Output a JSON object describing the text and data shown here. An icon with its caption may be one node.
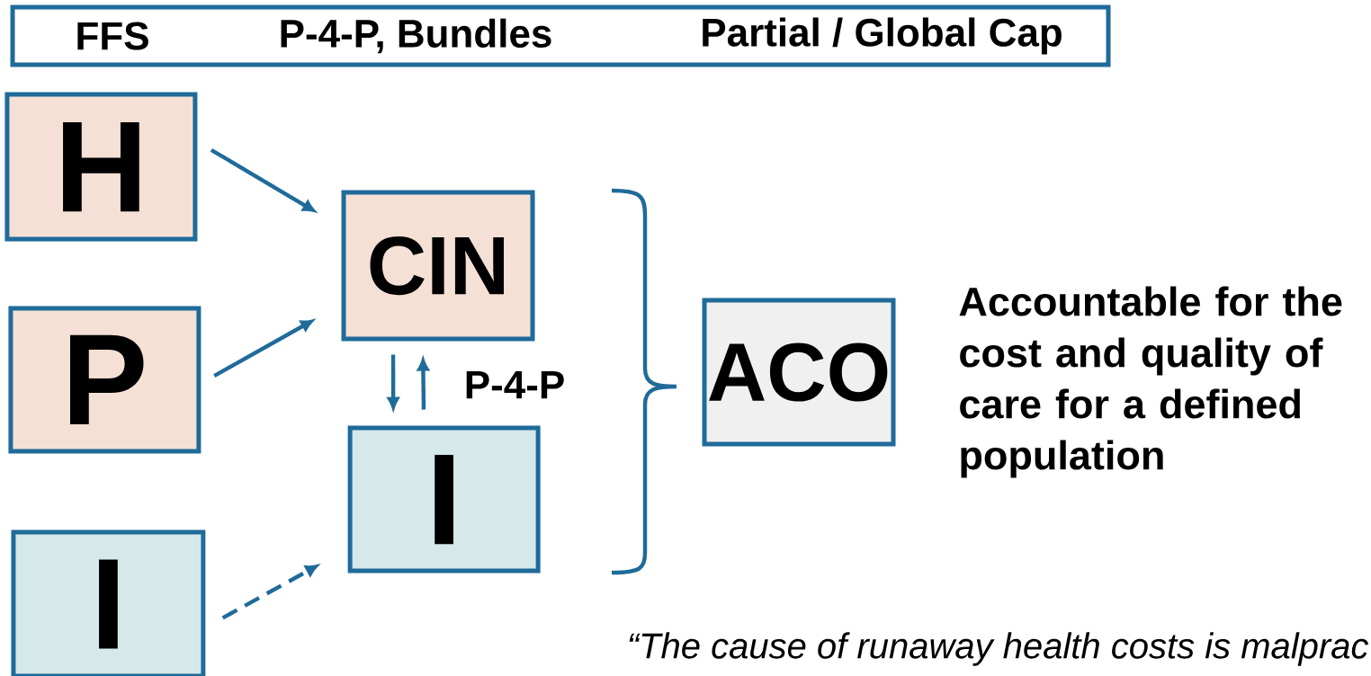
{
  "diagram": {
    "nodes": [
      {
        "text": [
          "FFS",
          "P-4-P, Bundles",
          "Partial / Global Cap"
        ]
      },
      {
        "text": [
          "H"
        ]
      },
      {
        "text": [
          "P"
        ]
      },
      {
        "text": [
          "I"
        ]
      },
      {
        "text": [
          "CIN"
        ]
      },
      {
        "text": [
          "I"
        ]
      },
      {
        "text": [
          "ACO"
        ]
      }
    ],
    "edges": [
      {
        "from": 1,
        "to": 4,
        "arrow": "to"
      },
      {
        "from": 2,
        "to": 4,
        "arrow": "to"
      },
      {
        "from": 3,
        "to": 5,
        "arrow": "to",
        "style": "dashed"
      },
      {
        "from": 4,
        "to": 5,
        "arrow": "to"
      },
      {
        "from": 5,
        "to": 4,
        "arrow": "to",
        "label": "P-4-P"
      }
    ],
    "labels": [
      "Accountable for the cost and quality of care for a defined population",
      "“The cause of runaway health costs is malprac"
    ]
  }
}
